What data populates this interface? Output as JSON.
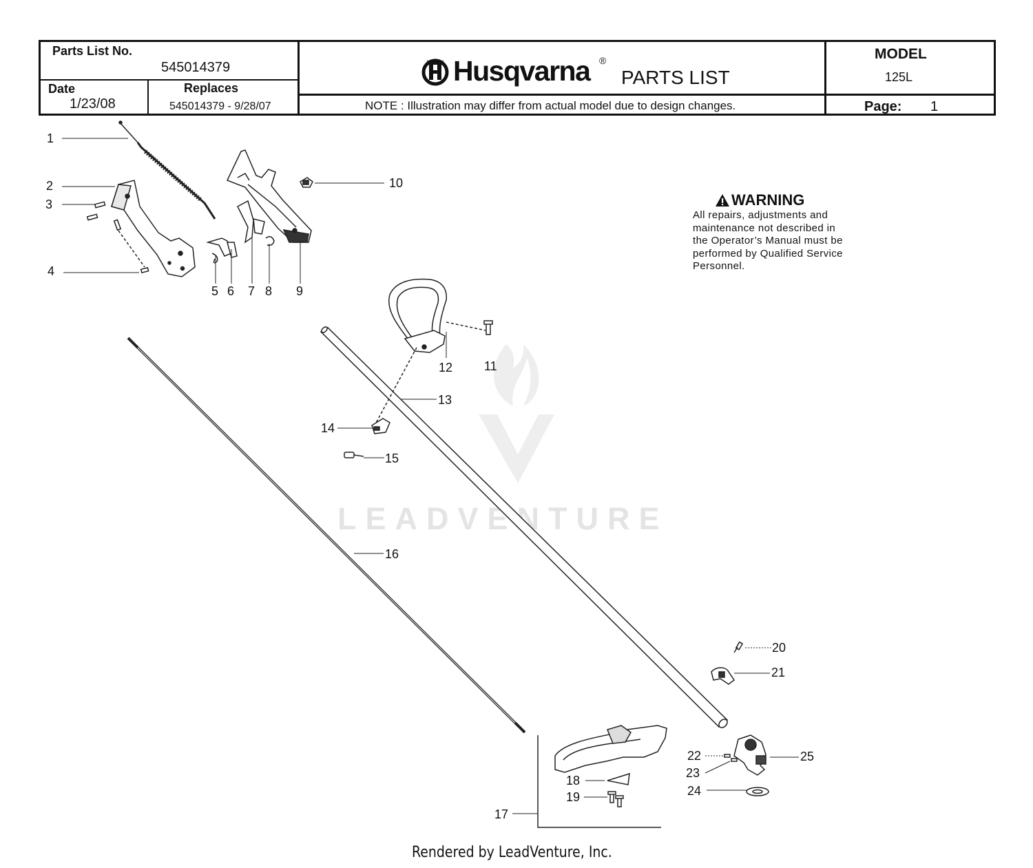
{
  "header": {
    "parts_list_no_label": "Parts List No.",
    "parts_list_no": "545014379",
    "date_label": "Date",
    "date": "1/23/08",
    "replaces_label": "Replaces",
    "replaces": "545014379 - 9/28/07",
    "brand": "Husqvarna",
    "registered_mark": "®",
    "doc_title": "PARTS LIST",
    "note": "NOTE : Illustration may differ from actual model due to design changes.",
    "model_label": "MODEL",
    "model": "125L",
    "page_label": "Page:",
    "page": "1"
  },
  "warning": {
    "heading": "WARNING",
    "lines": [
      "All repairs, adjustments and",
      "maintenance not described in",
      "the Operator’s Manual must be",
      "performed by Qualified Service",
      "Personnel."
    ]
  },
  "callouts": [
    "1",
    "2",
    "3",
    "4",
    "5",
    "6",
    "7",
    "8",
    "9",
    "10",
    "11",
    "12",
    "13",
    "14",
    "15",
    "16",
    "17",
    "18",
    "19",
    "20",
    "21",
    "22",
    "23",
    "24",
    "25"
  ],
  "watermark": "LEADVENTURE",
  "footer": "Rendered by LeadVenture, Inc."
}
